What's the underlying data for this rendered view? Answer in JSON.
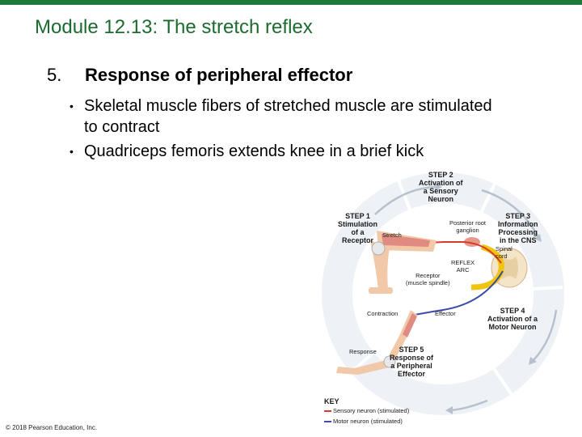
{
  "slide": {
    "title": "Module 12.13: The stretch reflex",
    "point_number": "5.",
    "point_heading": "Response of peripheral effector",
    "bullets": [
      "Skeletal muscle fibers of stretched muscle are stimulated to contract",
      "Quadriceps femoris extends knee in a brief kick"
    ],
    "copyright": "© 2018 Pearson Education, Inc."
  },
  "figure": {
    "step2": [
      "STEP 2",
      "Activation of",
      "a Sensory",
      "Neuron"
    ],
    "step1": [
      "STEP 1",
      "Stimulation",
      "of a",
      "Receptor"
    ],
    "step3": [
      "STEP 3",
      "Information",
      "Processing",
      "in the CNS"
    ],
    "step4": [
      "STEP 4",
      "Activation of a",
      "Motor Neuron"
    ],
    "step5": [
      "STEP 5",
      "Response of",
      "a Peripheral",
      "Effector"
    ],
    "stretch": "Stretch",
    "ganglion": [
      "Posterior root",
      "ganglion"
    ],
    "spinal_cord": [
      "Spinal",
      "cord"
    ],
    "reflex_arc": [
      "REFLEX",
      "ARC"
    ],
    "receptor": [
      "Receptor",
      "(muscle spindle)"
    ],
    "contraction": "Contraction",
    "effector": "Effector",
    "response": "Response",
    "key": {
      "title": "KEY",
      "sensory": "Sensory neuron (stimulated)",
      "motor": "Motor neuron (stimulated)"
    },
    "colors": {
      "sensory": "#d93a2b",
      "motor": "#3b4aa8",
      "ring": "#dfe6ef",
      "arrow": "#9aa6b6",
      "muscle": "#e08a82",
      "skin": "#f2c9a8",
      "reflex_arc": "#f1c40f"
    }
  }
}
